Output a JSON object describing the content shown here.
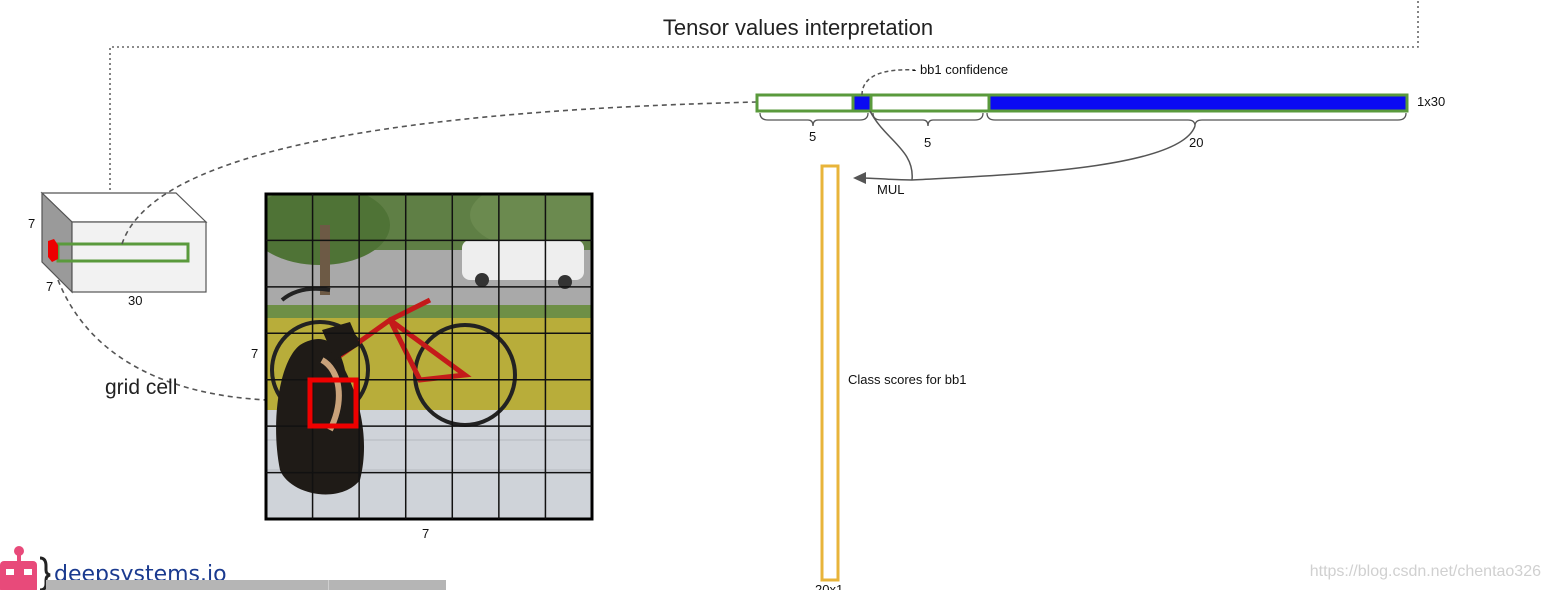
{
  "title": "Tensor values interpretation",
  "tensor_box": {
    "depth_label": "7",
    "width_label": "7",
    "length_label": "30"
  },
  "image_grid": {
    "rows_label": "7",
    "cols_label": "7",
    "rows": 7,
    "cols": 7,
    "callout": "grid cell"
  },
  "vector": {
    "size_label": "1x30",
    "confidence_label": "- bb1 confidence",
    "brace_labels": [
      "5",
      "5",
      "20"
    ],
    "mul_label": "MUL"
  },
  "class_column": {
    "label": "Class scores for bb1",
    "size_label": "20x1"
  },
  "branding": {
    "logo_text": "deepsystems.io",
    "watermark": "https://blog.csdn.net/chentao326"
  },
  "colors": {
    "green": "#5a9a3c",
    "blue": "#0a0af2",
    "red": "#ee0000",
    "yellow": "#e8b43a"
  },
  "icons": [
    "robot-logo-icon",
    "arrow-left-icon"
  ]
}
